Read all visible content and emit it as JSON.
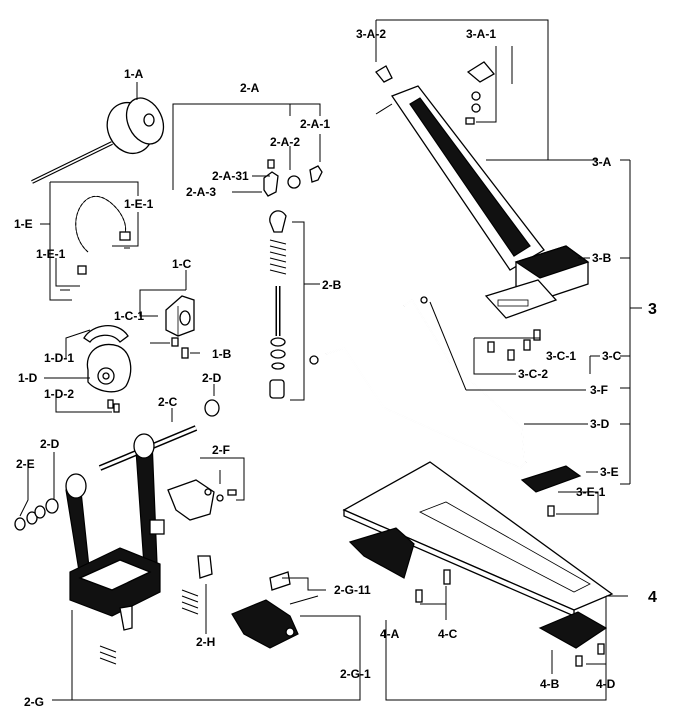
{
  "labels": {
    "l_1A": "1-A",
    "l_1E": "1-E",
    "l_1E1a": "1-E-1",
    "l_1E1b": "1-E-1",
    "l_1C": "1-C",
    "l_1C1": "1-C-1",
    "l_1B": "1-B",
    "l_1D": "1-D",
    "l_1D1": "1-D-1",
    "l_1D2": "1-D-2",
    "l_2A": "2-A",
    "l_2A1": "2-A-1",
    "l_2A2": "2-A-2",
    "l_2A31": "2-A-31",
    "l_2A3": "2-A-3",
    "l_2B": "2-B",
    "l_2C": "2-C",
    "l_2Da": "2-D",
    "l_2Db": "2-D",
    "l_2E": "2-E",
    "l_2F": "2-F",
    "l_2G11": "2-G-11",
    "l_2G1": "2-G-1",
    "l_2G": "2-G",
    "l_2H": "2-H",
    "l_3A2": "3-A-2",
    "l_3A1": "3-A-1",
    "l_3A": "3-A",
    "l_3B": "3-B",
    "l_3": "3",
    "l_3C1": "3-C-1",
    "l_3C": "3-C",
    "l_3C2": "3-C-2",
    "l_3F": "3-F",
    "l_3D": "3-D",
    "l_3E": "3-E",
    "l_3E1": "3-E-1",
    "l_4": "4",
    "l_4A": "4-A",
    "l_4C": "4-C",
    "l_4B": "4-B",
    "l_4D": "4-D"
  }
}
